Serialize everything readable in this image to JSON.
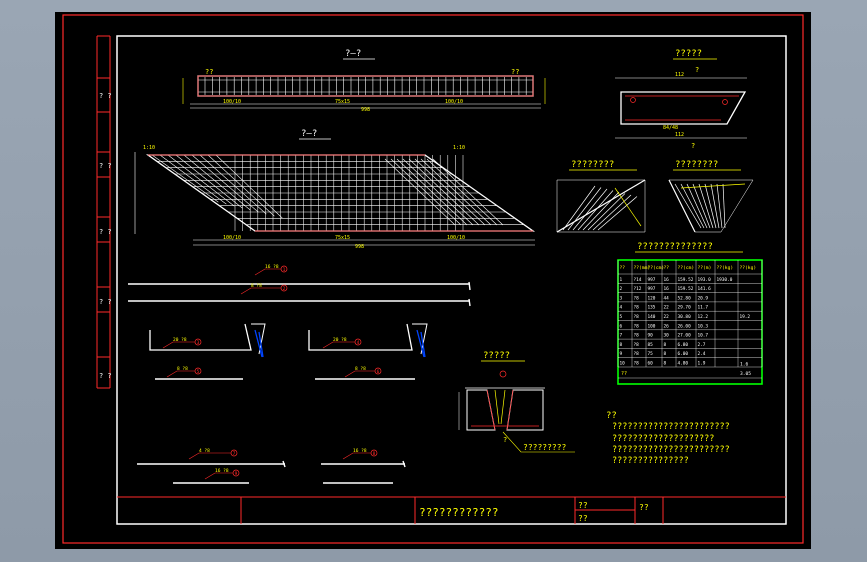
{
  "views": {
    "elevation_title": "?—?",
    "section_title": "?????",
    "plan_title": "?—?",
    "end_left_title": "????????",
    "end_right_title": "????????",
    "table_title": "??????????????",
    "detail_title": "?????",
    "detail_leader": "?????????",
    "marker": "?",
    "short_q": "??"
  },
  "dims": {
    "len_total": "998",
    "seg_a": "100/10",
    "seg_b": "75x15",
    "seg_c": "100/10",
    "skew_small": "1:10",
    "plan_total": "998",
    "plan_seg": "100/10",
    "section_top": "112",
    "section_bot": "112",
    "section_w": "84/48"
  },
  "bars": [
    {
      "id": "1",
      "label": "16 ?8"
    },
    {
      "id": "2",
      "label": "8 ?8"
    },
    {
      "id": "3",
      "label": "20 ?8"
    },
    {
      "id": "4",
      "label": "20 ?8"
    },
    {
      "id": "5",
      "label": "8 ?8"
    },
    {
      "id": "6",
      "label": "8 ?8"
    },
    {
      "id": "7",
      "label": "4 ?8"
    },
    {
      "id": "8",
      "label": "16 ?8"
    },
    {
      "id": "9",
      "label": "16 ?8"
    }
  ],
  "table": {
    "headers": [
      "??",
      "??(mm)",
      "??(cm)",
      "??",
      "??(cm)",
      "??(m)",
      "??(kg)",
      "??(kg)"
    ],
    "rows": [
      [
        "1",
        "?14",
        "997",
        "16",
        "159.52",
        "193.0",
        "1930.0",
        ""
      ],
      [
        "2",
        "?12",
        "997",
        "16",
        "159.52",
        "141.6",
        "",
        ""
      ],
      [
        "3",
        "?8",
        "120",
        "44",
        "52.80",
        "20.9",
        "",
        ""
      ],
      [
        "4",
        "?8",
        "135",
        "22",
        "29.70",
        "11.7",
        "",
        ""
      ],
      [
        "5",
        "?8",
        "140",
        "22",
        "30.80",
        "12.2",
        "",
        "19.2"
      ],
      [
        "6",
        "?8",
        "100",
        "26",
        "26.00",
        "10.3",
        "",
        ""
      ],
      [
        "7",
        "?8",
        "90",
        "30",
        "27.00",
        "10.7",
        "",
        ""
      ],
      [
        "8",
        "?8",
        "85",
        "8",
        "6.80",
        "2.7",
        "",
        ""
      ],
      [
        "9",
        "?8",
        "75",
        "8",
        "6.00",
        "2.4",
        "",
        ""
      ],
      [
        "10",
        "?8",
        "60",
        "8",
        "4.80",
        "1.9",
        "",
        ""
      ]
    ],
    "total_label": "??",
    "total_value": "3.05",
    "sum_value": "1.6"
  },
  "notes": {
    "title": "??",
    "lines": [
      "???????????????????????",
      "????????????????????",
      "???????????????????????",
      "???????????????"
    ]
  },
  "title_block": {
    "drawing_title": "????????????",
    "field_a": "??",
    "field_b": "??",
    "field_c": "??"
  },
  "margin_marks": [
    "? ?",
    "? ?",
    "? ?",
    "? ?",
    "? ?"
  ]
}
